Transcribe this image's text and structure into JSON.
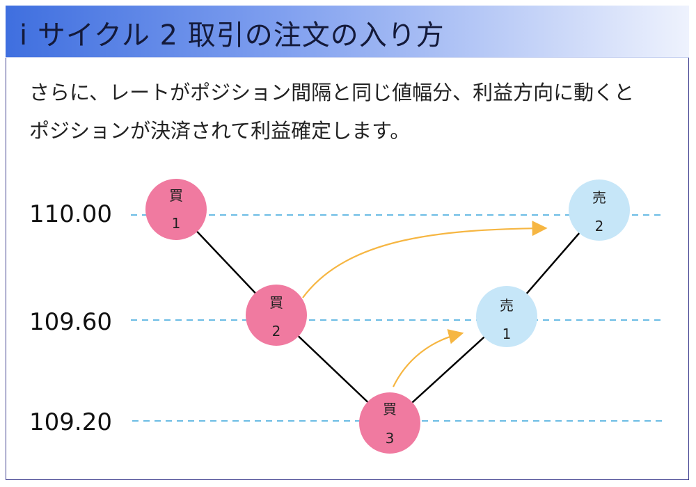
{
  "title": "i サイクル 2 取引の注文の入り方",
  "description": [
    "さらに、レートがポジション間隔と同じ値幅分、利益方向に動くと",
    "ポジションが決済されて利益確定します。"
  ],
  "price_levels": [
    "110.00",
    "109.60",
    "109.20"
  ],
  "nodes": [
    {
      "kind": "買",
      "num": "1",
      "price": "110.00"
    },
    {
      "kind": "買",
      "num": "2",
      "price": "109.60"
    },
    {
      "kind": "買",
      "num": "3",
      "price": "109.20"
    },
    {
      "kind": "売",
      "num": "1",
      "price": "109.60"
    },
    {
      "kind": "売",
      "num": "2",
      "price": "110.00"
    }
  ],
  "colors": {
    "buy": "#f07aa0",
    "sell": "#c6e6f8",
    "arrow": "#f6b642",
    "dash": "#3aa6dc",
    "title_gradient_start": "#3f6fdf"
  }
}
